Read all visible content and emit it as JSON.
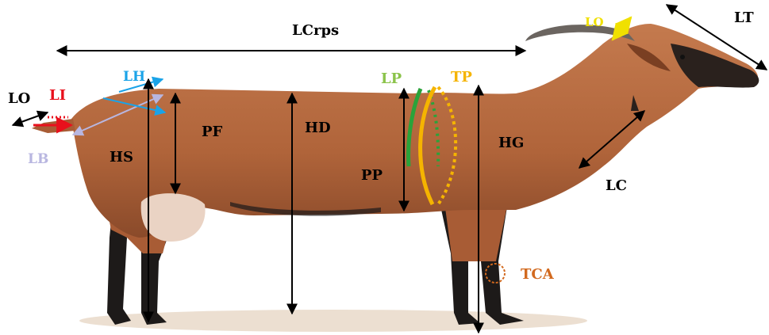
{
  "diagram": {
    "labels": {
      "LCrps": "LCrps",
      "LT": "LT",
      "LO_horn": "LO",
      "LO_tail": "LO",
      "LI": "LI",
      "LH": "LH",
      "LB": "LB",
      "HS": "HS",
      "PF": "PF",
      "HD": "HD",
      "LP": "LP",
      "TP": "TP",
      "PP": "PP",
      "HG": "HG",
      "LC": "LC",
      "TCA": "TCA"
    },
    "colors": {
      "body": "#b5683f",
      "body_dark": "#8a4a2a",
      "legs": "#1d1a19",
      "udder": "#ead3c4",
      "ground": "#e7d7c6",
      "arrow": "#000000",
      "LI": "#e8101c",
      "LH": "#1aa3e8",
      "LB": "#b8b6e0",
      "LP": "#2aa33a",
      "TP": "#f5b400",
      "LO_horn": "#f0e000",
      "TCA": "#d2691e",
      "horn": "#6b6560"
    }
  }
}
